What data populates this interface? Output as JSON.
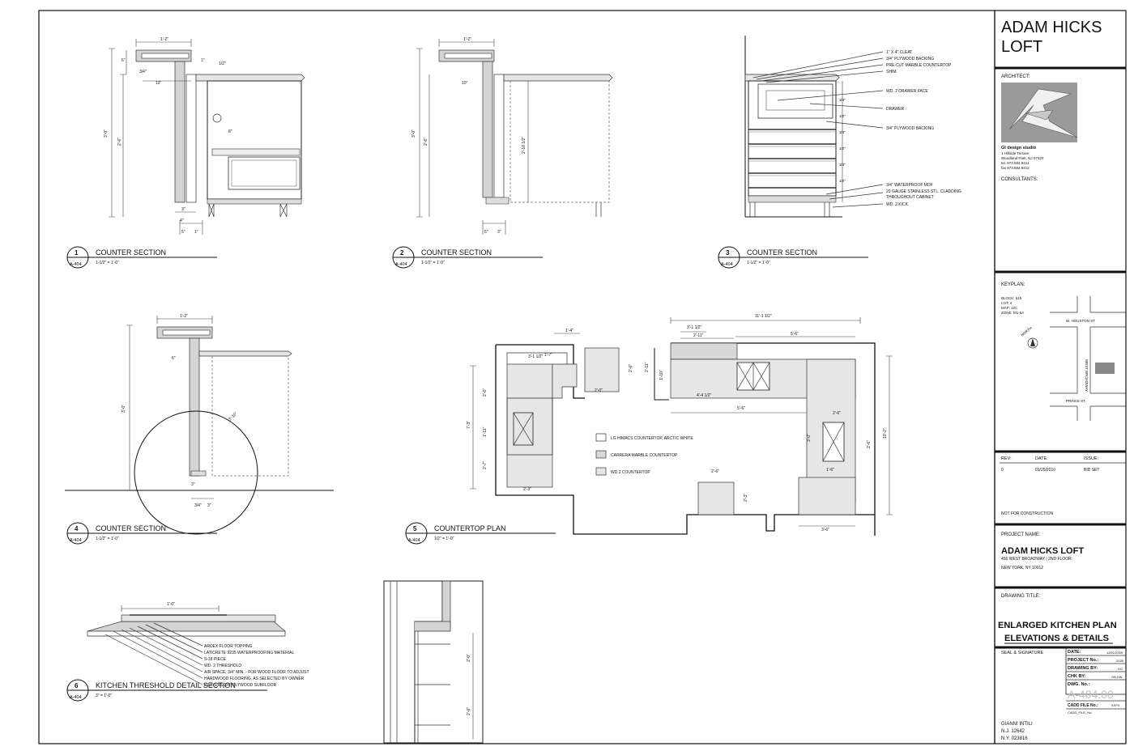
{
  "title_block": {
    "project_title_line1": "ADAM HICKS",
    "project_title_line2": "LOFT",
    "architect_label": "ARCHITECT:",
    "firm_name": "GI design studio",
    "firm_address1": "1 Hillside Terrace",
    "firm_address2": "Woodland Park, NJ 07424",
    "firm_tel": "tel. 973.684.9411",
    "firm_fax": "fax 973.684.9412",
    "consultants_label": "CONSULTANTS:",
    "keyplan_label": "KEYPLAN:",
    "keyplan_block": "BLOCK: 515",
    "keyplan_lot": "LOT: 4",
    "keyplan_map": "MAP: 12C",
    "keyplan_zone": "ZONE: M1-5A",
    "street_houston": "W. HOUSTON ST",
    "street_broadway": "WEST BROADWAY",
    "street_prince": "PRINCE ST.",
    "north_label": "NORTH",
    "rev_label": "REV:",
    "date_label": "DATE:",
    "issue_label": "ISSUE:",
    "rev_value": "0",
    "date_value": "01/25/2010",
    "issue_value": "BID SET",
    "not_for_construction": "NOT FOR CONSTRUCTION",
    "project_name_label": "PROJECT NAME:",
    "project_name": "ADAM HICKS LOFT",
    "project_address1": "456 WEST BROADWAY | 2ND FLOOR",
    "project_address2": "NEW YORK, NY 10012",
    "drawing_title_label": "DRAWING TITLE:",
    "drawing_title_line1": "ENLARGED KITCHEN PLAN",
    "drawing_title_line2": "ELEVATIONS & DETAILS",
    "seal_label": "SEAL & SIGNATURE",
    "date_field": "DATE:",
    "date_field_value": "12/01/2009",
    "project_no_field": "PROJECT No.:",
    "project_no_value": "2026",
    "drawing_by_field": "DRAWING BY:",
    "drawing_by_value": "DG",
    "chk_by_field": "CHK BY:",
    "chk_by_value": "GB,DW",
    "dwg_no_field": "DWG. No.:",
    "dwg_no_value": "A-404.00",
    "cadd_file_field": "CADD FILE No.:",
    "cadd_file_value": "XXFX",
    "cadd_file_sub": "CADD_FILE_No.",
    "signer_name": "GIANNI INTILI",
    "signer_nj": "N.J. 12642",
    "signer_ny": "N.Y. 023816"
  },
  "details": [
    {
      "number": "1",
      "sheet": "A-404",
      "title": "COUNTER SECTION",
      "scale": "1-1/2\" = 1'-0\""
    },
    {
      "number": "2",
      "sheet": "A-404",
      "title": "COUNTER SECTION",
      "scale": "1-1/2\" = 1'-0\""
    },
    {
      "number": "3",
      "sheet": "A-404",
      "title": "COUNTER SECTION",
      "scale": "1-1/2\" = 1'-0\""
    },
    {
      "number": "4",
      "sheet": "A-404",
      "title": "COUNTER SECTION",
      "scale": "1-1/2\" = 1'-0\""
    },
    {
      "number": "5",
      "sheet": "A-404",
      "title": "COUNTERTOP PLAN",
      "scale": "1/2\" = 1'-0\""
    },
    {
      "number": "6",
      "sheet": "A-404",
      "title": "KITCHEN THRESHOLD DETAIL SECTION",
      "scale": "3\" = 1'-0\""
    }
  ],
  "section3_notes": [
    "1\" X 4\" CLEAT",
    "3/4\" PLYWOOD BACKING",
    "PRE-CUT MARBLE COUNTERTOP",
    "SHIM",
    "WD. 2 DRAWER FACE",
    "DRAWER",
    "3/4\" PLYWOOD BACKING",
    "3/4\" WATERPROOF MDF",
    "20 GAUGE STAINLESS STL. CLADDING",
    "THROUGHOUT CABINET",
    "WD. 2 KICK"
  ],
  "threshold_notes": [
    "ARDEX FLOOR TOPPING",
    "LATICRETE 9235 WATERPROOFING MATERIAL",
    "S-18 PIECE",
    "WD. 2 THRESHOLD",
    "AIR SPACE, 3/4\" MIN. - FOR WOOD FLOOR TO ADJUST",
    "HARDWOOD FLOORING, AS SELECTED BY OWNER",
    "2 LAYERS 3/4\" PLYWOOD SUBFLOOR"
  ],
  "legend": [
    "LG HIMACS COUNTERTOP, ARCTIC WHITE",
    "CARRERA MARBLE COUNTERTOP",
    "WD.2 COUNTERTOP"
  ],
  "dims": {
    "d1_top": "1'-2\"",
    "d1_h": "3'-0\"",
    "d1_h2": "2'-6\"",
    "d1_a": "6\"",
    "d1_b": "1\"",
    "d1_c": "1/2\"",
    "d1_d": "13\"",
    "d1_e": "3/4\"",
    "d1_f": "8\"",
    "d1_g": "3\"",
    "d1_h3": "4\"",
    "d1_i": "5\"",
    "d1_j": "1\"",
    "d2_top": "1'-2\"",
    "d2_h": "3'-0\"",
    "d2_h2": "2'-6\"",
    "d2_c": "2'-10 1/2\"",
    "d2_d": "10\"",
    "d2_e": "5\"",
    "d2_f": "3\"",
    "d3_a": "3/4\"",
    "d3_b": "1/2\"",
    "d4_top": "1'-2\"",
    "d4_h": "3'-0\"",
    "d4_a": "3'-10\"",
    "d4_b": "6\"",
    "d4_c": "3\"",
    "d4_d": "3/4\"",
    "d6_top": "1'-0\"",
    "p_overall": "11'-1 1/2\"",
    "p_a": "3'-1 1/2\"",
    "p_b": "2'-11\"",
    "p_c": "5'-6\"",
    "p_d": "1'-4\"",
    "p_e": "3'-1 1/2\"",
    "p_f": "1'-7\"",
    "p_g": "2'-0\"",
    "p_h": "2'-0\"",
    "p_i": "2'-11\"",
    "p_j": "1'-10\"",
    "p_k": "4'-4 1/2\"",
    "p_l": "5'-6\"",
    "p_m": "2'-3\"",
    "p_n": "7'-3\"",
    "p_o": "1'-11\"",
    "p_p": "2'-6\"",
    "p_q": "2'-7\"",
    "p_r": "10'-2\"",
    "p_s": "2'-6\"",
    "p_t": "3'-0\"",
    "p_u": "2'-6\"",
    "p_v": "2'-3\"",
    "p_w": "1'-6\"",
    "p_x": "3'-6\"",
    "p_y": "2'-6\"",
    "e_a": "2'-0\"",
    "e_b": "2'-0\""
  }
}
